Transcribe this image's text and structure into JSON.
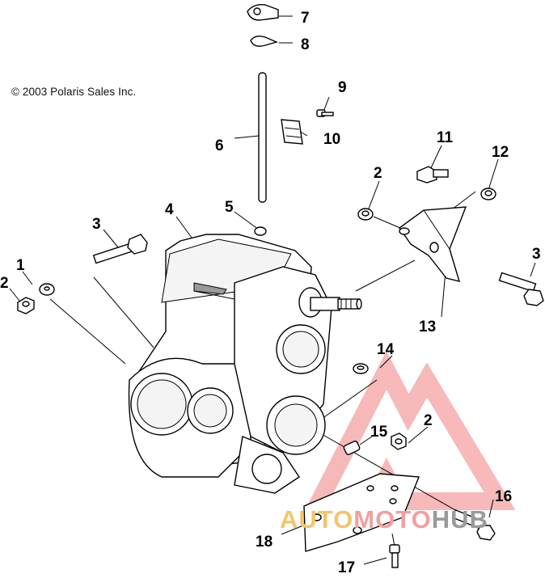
{
  "copyright": "© 2003 Polaris Sales Inc.",
  "watermark": {
    "part1": "AUTO",
    "part2": "MOTO",
    "part3": "HUB",
    "triangle_color": "#f08080"
  },
  "callouts": [
    {
      "id": "c7",
      "label": "7"
    },
    {
      "id": "c8",
      "label": "8"
    },
    {
      "id": "c9",
      "label": "9"
    },
    {
      "id": "c10",
      "label": "10"
    },
    {
      "id": "c6",
      "label": "6"
    },
    {
      "id": "c11",
      "label": "11"
    },
    {
      "id": "c12",
      "label": "12"
    },
    {
      "id": "c2a",
      "label": "2"
    },
    {
      "id": "c4",
      "label": "4"
    },
    {
      "id": "c5",
      "label": "5"
    },
    {
      "id": "c3a",
      "label": "3"
    },
    {
      "id": "c3b",
      "label": "3"
    },
    {
      "id": "c1",
      "label": "1"
    },
    {
      "id": "c2b",
      "label": "2"
    },
    {
      "id": "c13",
      "label": "13"
    },
    {
      "id": "c14",
      "label": "14"
    },
    {
      "id": "c15",
      "label": "15"
    },
    {
      "id": "c2c",
      "label": "2"
    },
    {
      "id": "c16",
      "label": "16"
    },
    {
      "id": "c18",
      "label": "18"
    },
    {
      "id": "c17",
      "label": "17"
    }
  ]
}
